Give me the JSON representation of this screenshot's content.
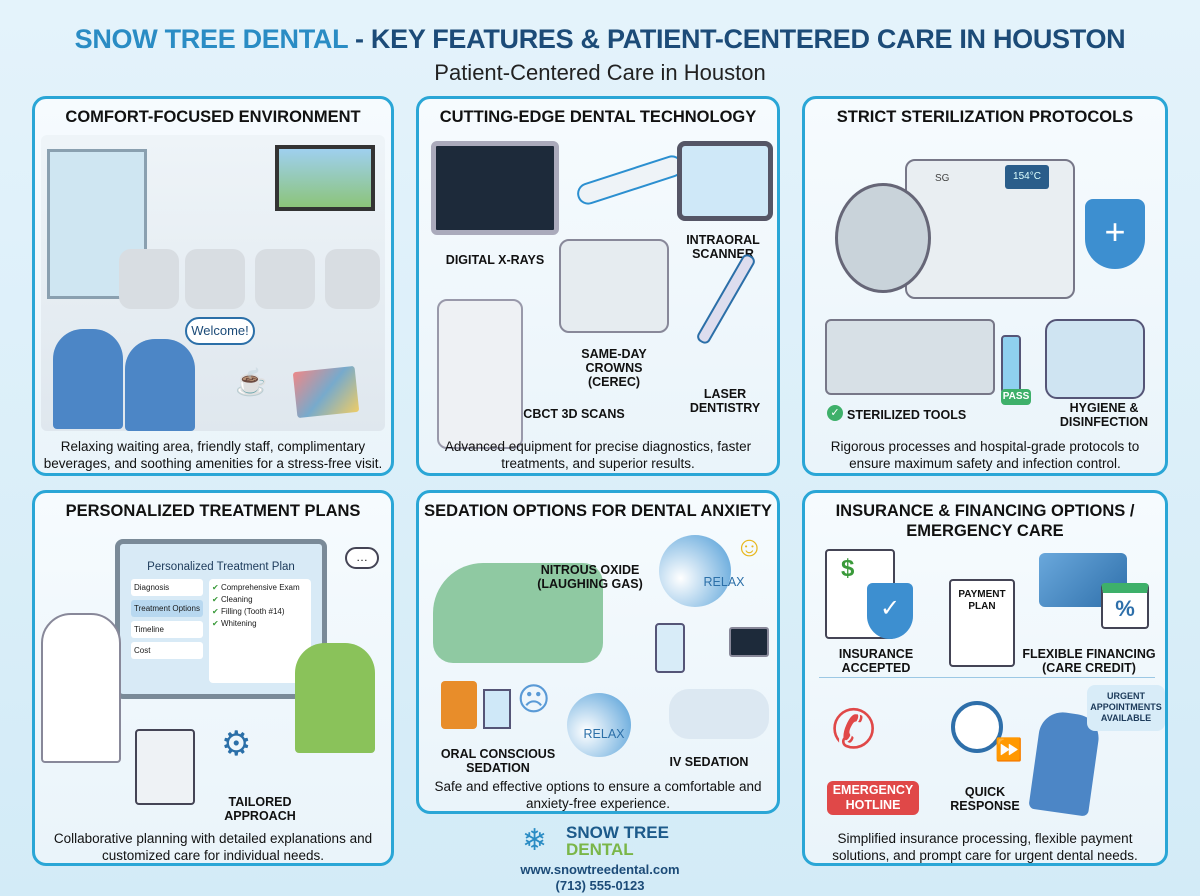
{
  "header": {
    "brand": "SNOW TREE DENTAL",
    "title_rest": " - KEY FEATURES & PATIENT-CENTERED CARE IN HOUSTON",
    "subtitle": "Patient-Centered Care in Houston"
  },
  "colors": {
    "accent": "#2aa6d6",
    "title": "#1c4b78",
    "brand": "#2a8cc4",
    "green": "#7ab648",
    "red": "#e04848"
  },
  "panels": {
    "comfort": {
      "title": "COMFORT-FOCUSED ENVIRONMENT",
      "bubble": "Welcome!",
      "caption": "Relaxing waiting area, friendly staff, complimentary beverages, and soothing amenities for a stress-free visit."
    },
    "technology": {
      "title": "CUTTING-EDGE DENTAL TECHNOLOGY",
      "labels": {
        "xray": "DIGITAL X-RAYS",
        "scanner": "INTRAORAL SCANNER",
        "crowns": "SAME-DAY CROWNS (CEREC)",
        "cbct": "CBCT 3D SCANS",
        "laser": "LASER DENTISTRY"
      },
      "caption": "Advanced equipment for precise diagnostics, faster treatments, and superior results."
    },
    "sterilization": {
      "title": "STRICT STERILIZATION PROTOCOLS",
      "machine_label": "SG",
      "temp": "154°C",
      "labels": {
        "tools": "STERILIZED TOOLS",
        "pass": "PASS",
        "hygiene": "HYGIENE & DISINFECTION"
      },
      "caption": "Rigorous processes and hospital-grade protocols to ensure maximum safety and infection control."
    },
    "treatment": {
      "title": "PERSONALIZED TREATMENT PLANS",
      "screen_title": "Personalized Treatment Plan",
      "menu": [
        "Diagnosis",
        "Treatment Options",
        "Timeline",
        "Cost"
      ],
      "checklist": [
        "Comprehensive Exam",
        "Cleaning",
        "Filling (Tooth #14)",
        "Whitening"
      ],
      "label": "TAILORED APPROACH",
      "caption": "Collaborative planning with detailed explanations and customized care for individual needs."
    },
    "sedation": {
      "title": "SEDATION OPTIONS FOR DENTAL ANXIETY",
      "labels": {
        "nitrous": "NITROUS OXIDE (LAUGHING GAS)",
        "relax1": "RELAX",
        "oral": "ORAL CONSCIOUS SEDATION",
        "relax2": "RELAX",
        "iv": "IV SEDATION"
      },
      "caption": "Safe and effective options to ensure a comfortable and anxiety-free experience."
    },
    "insurance": {
      "title": "INSURANCE & FINANCING OPTIONS / EMERGENCY CARE",
      "labels": {
        "insurance": "INSURANCE ACCEPTED",
        "payment": "PAYMENT PLAN",
        "financing": "FLEXIBLE FINANCING (CARE CREDIT)",
        "hotline": "EMERGENCY HOTLINE",
        "quick": "QUICK RESPONSE",
        "urgent": "URGENT APPOINTMENTS AVAILABLE"
      },
      "caption": "Simplified insurance processing, flexible payment solutions, and prompt care for urgent dental needs."
    }
  },
  "footer": {
    "logo_line1": "SNOW TREE",
    "logo_line2": "DENTAL",
    "website": "www.snowtreedental.com",
    "phone": "(713) 555-0123"
  }
}
